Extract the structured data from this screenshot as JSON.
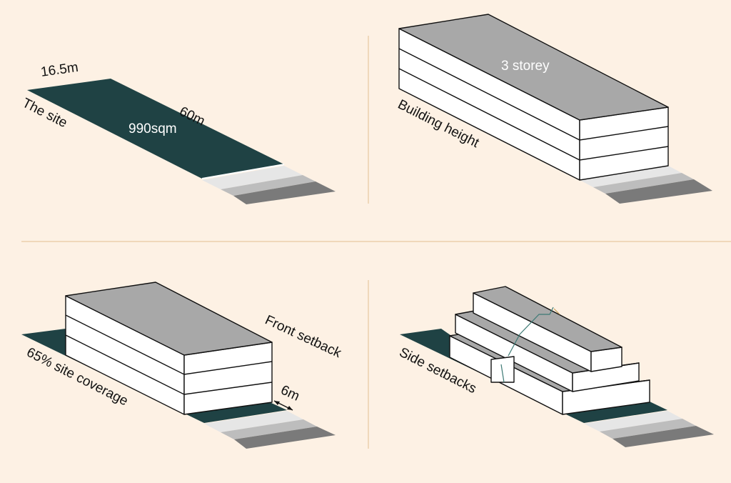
{
  "panels": {
    "site": {
      "width_label": "16.5m",
      "length_label": "60m",
      "area_label": "990sqm",
      "caption": "The site"
    },
    "height": {
      "storey_label": "3 storey",
      "caption": "Building height"
    },
    "coverage": {
      "caption": "65% site coverage",
      "setback_title": "Front setback",
      "setback_value": "6m"
    },
    "side": {
      "caption": "Side setbacks"
    }
  },
  "colors": {
    "background": "#fdf1e4",
    "site": "#1f4244",
    "roof": "#a8a8a8",
    "wall": "#ffffff",
    "divider": "#e8c9a0"
  }
}
